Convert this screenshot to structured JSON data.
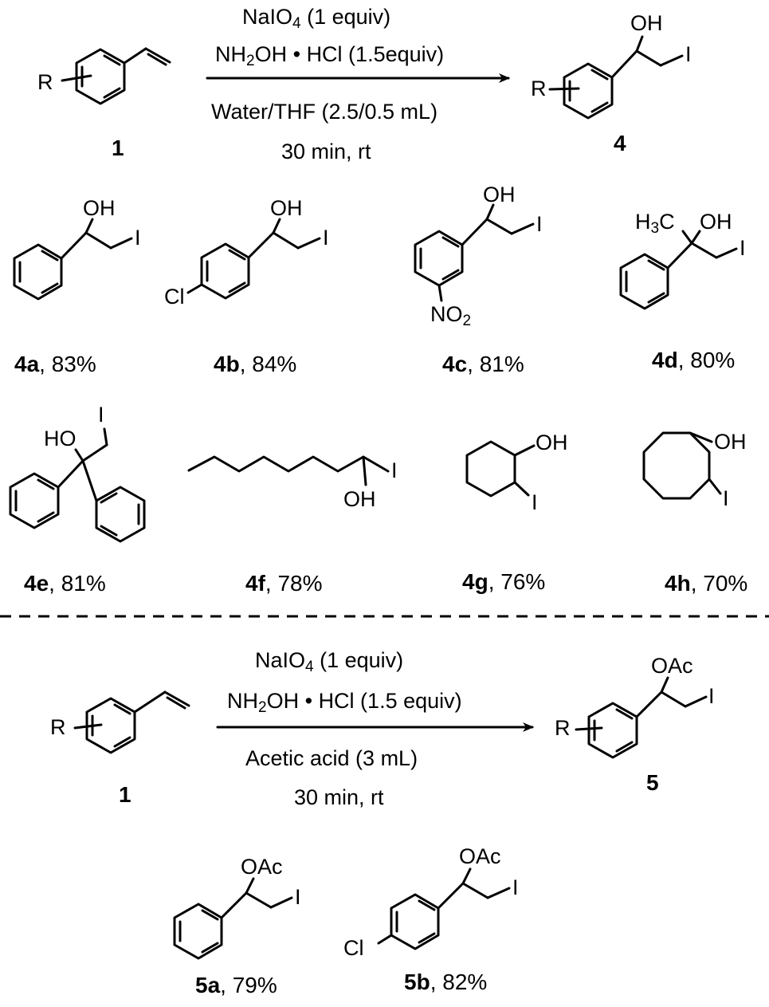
{
  "reaction1": {
    "reagent_line1": {
      "formula": "NaIO",
      "sub": "4",
      "rest": " (1 equiv)"
    },
    "reagent_line2": {
      "pre": "NH",
      "sub": "2",
      "post": "OH",
      "dot": "•",
      "rest": "HCl (1.5equiv)"
    },
    "solvent_line": "Water/THF (2.5/0.5 mL)",
    "time_line": "30 min, rt",
    "start_label": "1",
    "product_label": "4"
  },
  "reaction2": {
    "reagent_line1": {
      "formula": "NaIO",
      "sub": "4",
      "rest": " (1 equiv)"
    },
    "reagent_line2": {
      "pre": "NH",
      "sub": "2",
      "post": "OH",
      "dot": "•",
      "rest": "HCl (1.5 equiv)"
    },
    "solvent_line": "Acetic acid (3 mL)",
    "time_line": "30 min, rt",
    "start_label": "1",
    "product_label": "5"
  },
  "atoms": {
    "R": "R",
    "OH": "OH",
    "HO": "HO",
    "I": "I",
    "Cl": "Cl",
    "NO2": {
      "main": "NO",
      "sub": "2"
    },
    "H3C": {
      "pre": "H",
      "sub": "3",
      "post": "C"
    },
    "OAc": "OAc"
  },
  "products": [
    {
      "id": "4a",
      "yield": ", 83%"
    },
    {
      "id": "4b",
      "yield": ", 84%"
    },
    {
      "id": "4c",
      "yield": ", 81%"
    },
    {
      "id": "4d",
      "yield": ", 80%"
    },
    {
      "id": "4e",
      "yield": ", 81%"
    },
    {
      "id": "4f",
      "yield": ", 78%"
    },
    {
      "id": "4g",
      "yield": ", 76%"
    },
    {
      "id": "4h",
      "yield": ", 70%"
    },
    {
      "id": "5a",
      "yield": ", 79%"
    },
    {
      "id": "5b",
      "yield": ", 82%"
    }
  ]
}
